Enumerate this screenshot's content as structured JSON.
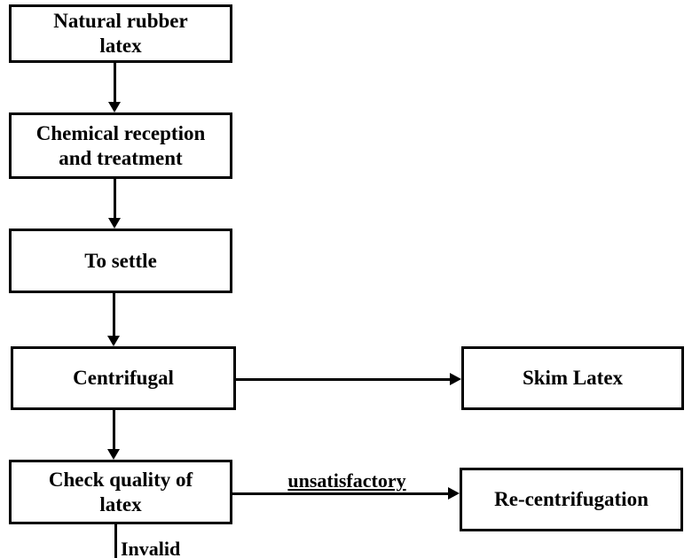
{
  "page": {
    "background": "#ffffff"
  },
  "diagram": {
    "type": "flowchart",
    "colors": {
      "box_border": "#000000",
      "box_fill": "#ffffff",
      "line": "#000000",
      "text": "#000000"
    },
    "nodes": [
      {
        "id": "natural-rubber-latex",
        "lines": [
          "Natural rubber",
          "latex"
        ]
      },
      {
        "id": "chemical-reception-and-treatment",
        "lines": [
          "Chemical reception",
          "and treatment"
        ]
      },
      {
        "id": "to-settle",
        "lines": [
          "To settle"
        ]
      },
      {
        "id": "centrifugal",
        "lines": [
          "Centrifugal"
        ]
      },
      {
        "id": "skim-latex",
        "lines": [
          "Skim Latex"
        ]
      },
      {
        "id": "check-quality-of-latex",
        "lines": [
          "Check quality of",
          "latex"
        ]
      },
      {
        "id": "re-centrifugation",
        "lines": [
          "Re-centrifugation"
        ]
      }
    ],
    "edges": [
      {
        "from": "natural-rubber-latex",
        "to": "chemical-reception-and-treatment",
        "label": ""
      },
      {
        "from": "chemical-reception-and-treatment",
        "to": "to-settle",
        "label": ""
      },
      {
        "from": "to-settle",
        "to": "centrifugal",
        "label": ""
      },
      {
        "from": "centrifugal",
        "to": "skim-latex",
        "label": ""
      },
      {
        "from": "centrifugal",
        "to": "check-quality-of-latex",
        "label": ""
      },
      {
        "from": "check-quality-of-latex",
        "to": "re-centrifugation",
        "label": "unsatisfactory"
      },
      {
        "from": "check-quality-of-latex",
        "to": "",
        "label": "Invalid"
      }
    ]
  }
}
